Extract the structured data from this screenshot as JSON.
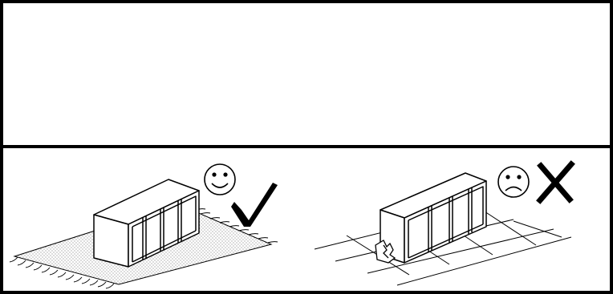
{
  "panels": [
    {
      "id": "top-panel",
      "content": ""
    },
    {
      "id": "bottom-panel",
      "examples": [
        {
          "id": "correct",
          "surface": "rug",
          "face": "smiley-face-icon",
          "mark": "check-mark-icon",
          "verdict": "correct"
        },
        {
          "id": "incorrect",
          "surface": "tiled-floor",
          "face": "frowning-face-icon",
          "mark": "x-mark-icon",
          "verdict": "incorrect",
          "damage": "chipped-edge-icon"
        }
      ]
    }
  ],
  "colors": {
    "stroke": "#000000",
    "background": "#ffffff",
    "rug_dots": "#555555"
  }
}
